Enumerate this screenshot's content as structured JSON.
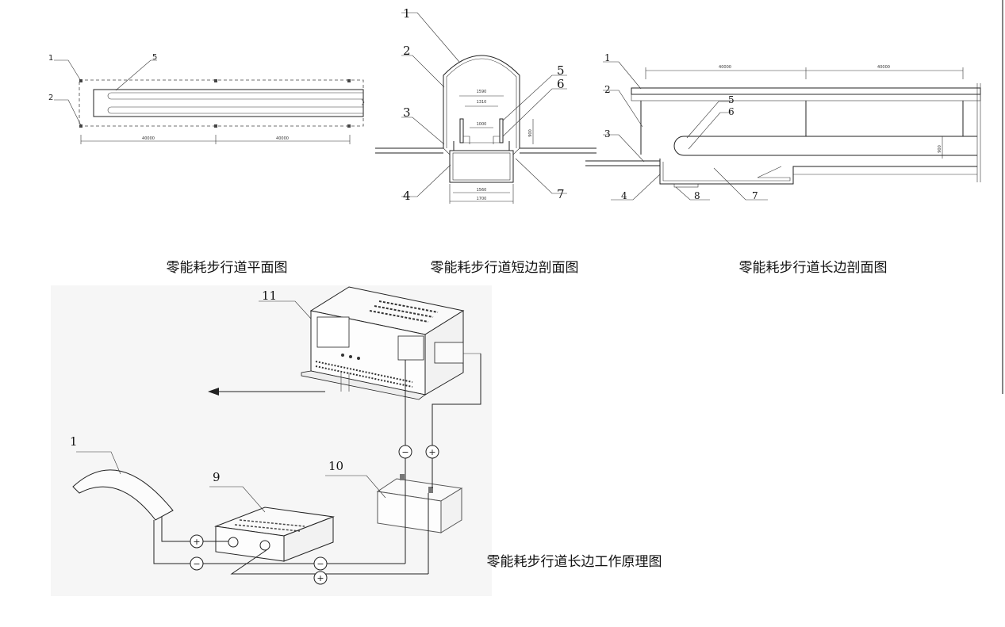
{
  "captions": {
    "plan": "零能耗步行道平面图",
    "short_section": "零能耗步行道短边剖面图",
    "long_section": "零能耗步行道长边剖面图",
    "working": "零能耗步行道长边工作原理图"
  },
  "plan": {
    "labels": [
      "1",
      "5",
      "2"
    ],
    "dims": [
      "40000",
      "40000"
    ]
  },
  "short_section": {
    "labels": [
      "1",
      "2",
      "3",
      "4",
      "5",
      "6",
      "7"
    ],
    "dims": [
      "1590",
      "1310",
      "1000",
      "900",
      "1560",
      "1700"
    ]
  },
  "long_section": {
    "labels": [
      "1",
      "2",
      "3",
      "4",
      "5",
      "6",
      "7",
      "8"
    ],
    "dims": [
      "40000",
      "40000",
      "900"
    ]
  },
  "working": {
    "labels": [
      "11",
      "1",
      "9",
      "10"
    ],
    "symbols": {
      "plus": "+",
      "minus": "−"
    }
  }
}
